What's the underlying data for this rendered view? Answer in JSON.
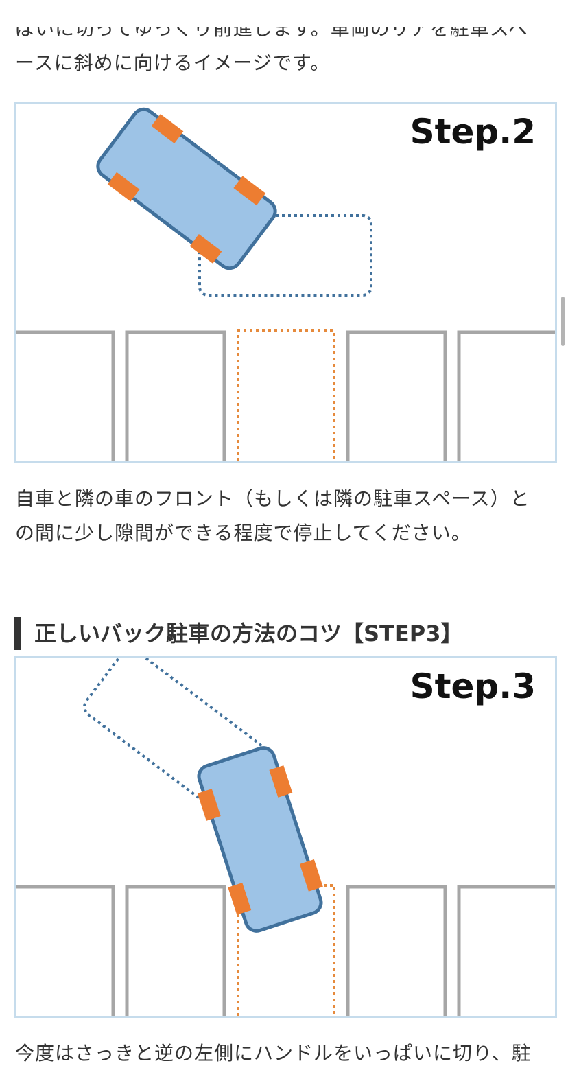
{
  "paragraph_top": {
    "line1": "ばいに切ってゆっくり前進します。車両のリアを駐車スペ",
    "line2": "ースに斜めに向けるイメージです。"
  },
  "figure_step2": {
    "label": "Step.2"
  },
  "paragraph_mid": {
    "line1": "自車と隣の車のフロント（もしくは隣の駐車スペース）と",
    "line2": "の間に少し隙間ができる程度で停止してください。"
  },
  "section_heading": "正しいバック駐車の方法のコツ【STEP3】",
  "figure_step3": {
    "label": "Step.3"
  },
  "paragraph_bottom": {
    "line1": "今度はさっきと逆の左側にハンドルをいっぱいに切り、駐"
  },
  "colors": {
    "car_fill": "#9dc3e6",
    "car_outline": "#41719c",
    "tire": "#ed7d31",
    "parking_lines": "#a6a6a6",
    "target_outline": "#e68a3c",
    "frame_border": "#c6dcec"
  }
}
